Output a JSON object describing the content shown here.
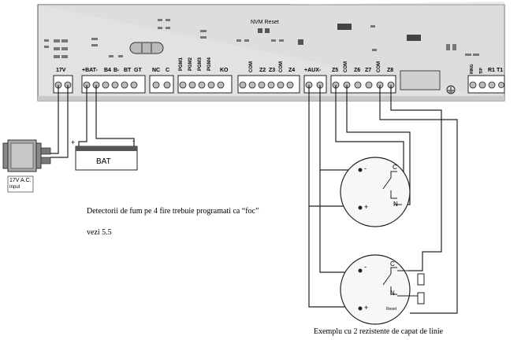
{
  "board": {
    "nvm_reset": "NVM Reset",
    "terminals_left": "17V",
    "terminals_bat": [
      "+BAT-",
      "B4",
      "B-",
      "BT",
      "GT"
    ],
    "terminals_relay": [
      "NC",
      "C"
    ],
    "terminals_z": [
      "PGM1",
      "PGM2",
      "PGM3",
      "PGM4",
      "KO",
      "COM",
      "Z2",
      "Z3",
      "COM",
      "Z4"
    ],
    "terminals_aux": "+AUX-",
    "terminals_z5": [
      "Z5",
      "COM",
      "Z6",
      "Z7",
      "COM",
      "Z8"
    ],
    "terminals_right": [
      "RING",
      "TIP",
      "R1",
      "T1"
    ]
  },
  "transformer": {
    "label_line1": "17V A.C.",
    "label_line2": "Input"
  },
  "battery": {
    "label": "BAT",
    "plus": "+",
    "minus": "-"
  },
  "detector1": {
    "c": "C",
    "n": "N",
    "minus": "-",
    "plus": "+"
  },
  "detector2": {
    "c": "C",
    "n": "N",
    "minus": "-",
    "plus": "+",
    "reset": "Reset"
  },
  "notes": {
    "line1": "Detectorii de fum pe 4 fire trebuie programati ca “foc”",
    "line2": "vezi 5.5",
    "caption": "Exemplu cu 2 rezistente de capat de linie"
  }
}
